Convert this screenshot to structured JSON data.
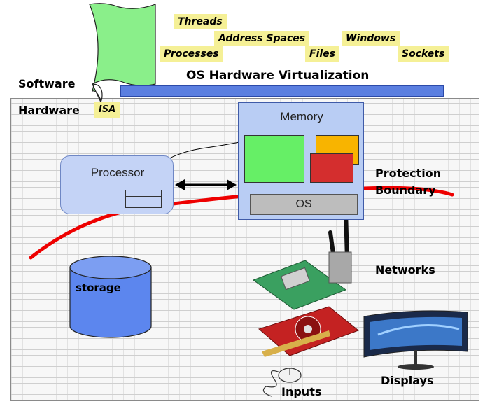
{
  "labels": {
    "software": "Software",
    "hardware": "Hardware",
    "isa": "ISA",
    "os_virtualization": "OS Hardware Virtualization",
    "protection_line1": "Protection",
    "protection_line2": "Boundary",
    "networks": "Networks",
    "displays": "Displays",
    "inputs": "Inputs"
  },
  "software_tags": [
    "Threads",
    "Address Spaces",
    "Windows",
    "Processes",
    "Files",
    "Sockets"
  ],
  "processor": {
    "label": "Processor"
  },
  "memory": {
    "label": "Memory",
    "os_label": "OS"
  },
  "storage": {
    "label": "storage"
  },
  "colors": {
    "tag": "#f5f096",
    "green_scroll": "#8aef8a",
    "virtualization_bar": "#5b7fe0",
    "processor": "#c4d3f6",
    "memory": "#b9cdf4",
    "storage": "#5c86ee",
    "protection_boundary": "#ee0000"
  }
}
